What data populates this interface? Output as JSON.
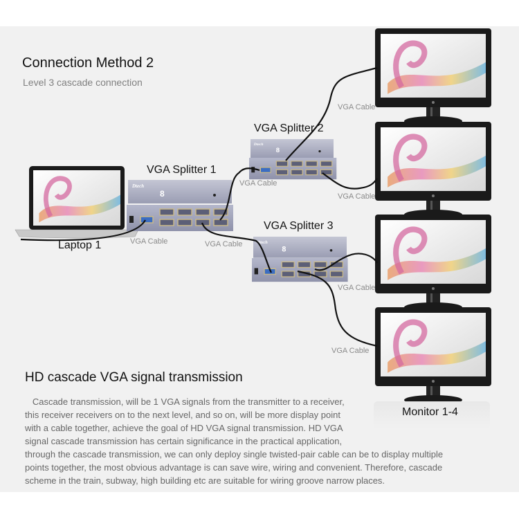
{
  "header": {
    "title": "Connection Method 2",
    "subtitle": "Level 3 cascade connection"
  },
  "devices": {
    "laptop": {
      "label": "Laptop 1"
    },
    "splitters": [
      {
        "label": "VGA Splitter 1",
        "brand": "Dtech",
        "ports": "8"
      },
      {
        "label": "VGA Splitter 2",
        "brand": "Dtech",
        "ports": "8"
      },
      {
        "label": "VGA Splitter 3",
        "brand": "Dtech",
        "ports": "8"
      }
    ],
    "monitors_label": "Monitor 1-4"
  },
  "cables": [
    {
      "label": "VGA Cable"
    },
    {
      "label": "VGA Cable"
    },
    {
      "label": "VGA Cable"
    },
    {
      "label": "VGA Cable"
    },
    {
      "label": "VGA Cable"
    },
    {
      "label": "VGA Cable"
    },
    {
      "label": "VGA Cable"
    }
  ],
  "section": {
    "title": "HD cascade VGA signal transmission",
    "lines": [
      "   Cascade transmission, will be 1 VGA signals from the transmitter to a receiver,",
      "this receiver receivers on to the next level, and so on, will be more display point",
      "with a cable together, achieve the goal of HD VGA signal transmission. HD VGA",
      "signal cascade transmission has certain significance in the practical application,",
      "through the cascade transmission, we can only deploy single twisted-pair cable can be to display multiple",
      "points together, the most obvious advantage is can save wire, wiring and convenient. Therefore, cascade",
      "scheme in the train, subway, high building etc are suitable for wiring groove narrow places."
    ]
  },
  "colors": {
    "panel_bg": "#f1f1f1",
    "splitter_body": "#a9acc2",
    "cable": "#111111",
    "monitor_bezel": "#1a1a1a"
  }
}
